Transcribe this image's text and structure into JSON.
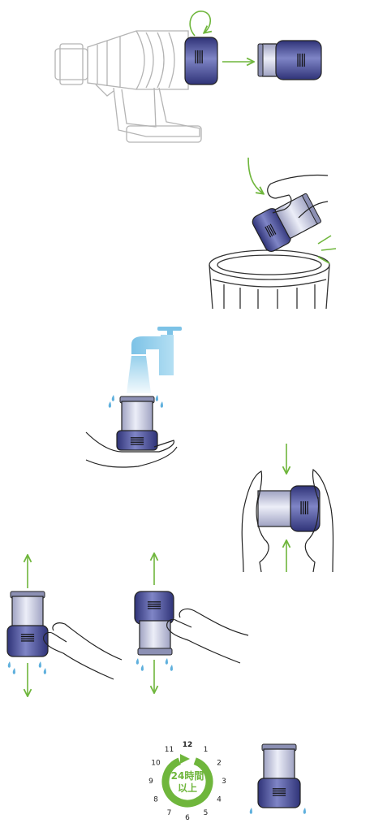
{
  "colors": {
    "arrow_green": "#6fb63c",
    "filter_blue": "#3b3f8c",
    "filter_light": "#c8cadf",
    "water_blue": "#8ccbea",
    "outline_gray": "#9a9a9a",
    "line_dark": "#222222"
  },
  "steps": [
    {
      "id": "step-1",
      "icons": [
        "vacuum-outline",
        "rotate-arrow-icon",
        "right-arrow-icon",
        "filter-icon"
      ]
    },
    {
      "id": "step-2",
      "icons": [
        "down-arrow-icon",
        "hand-icon",
        "filter-icon",
        "tap-lines-icon",
        "trash-bin-icon"
      ]
    },
    {
      "id": "step-3",
      "icons": [
        "water-tap-icon",
        "water-stream-icon",
        "water-drops-icon",
        "filter-icon",
        "palm-hand-icon"
      ]
    },
    {
      "id": "step-4",
      "icons": [
        "down-arrow-icon",
        "up-arrow-icon",
        "hands-icon",
        "filter-icon"
      ]
    },
    {
      "id": "step-5",
      "icons": [
        "up-arrow-icon",
        "down-arrow-icon",
        "filter-icon",
        "hand-icon",
        "water-drops-icon"
      ]
    },
    {
      "id": "step-6",
      "icons": [
        "clock-ring-icon",
        "filter-icon",
        "water-drops-icon"
      ]
    }
  ],
  "clock": {
    "numbers": [
      "12",
      "1",
      "2",
      "3",
      "4",
      "5",
      "6",
      "7",
      "8",
      "9",
      "10",
      "11"
    ],
    "label_line1": "24時間",
    "label_line2": "以上"
  }
}
